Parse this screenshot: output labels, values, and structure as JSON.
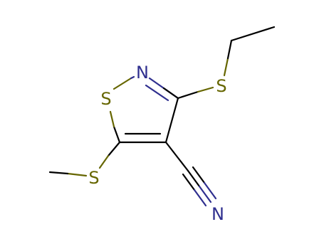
{
  "molecule": {
    "atoms": {
      "s_ring": "S",
      "n_ring": "N",
      "s_ethyl": "S",
      "s_methyl": "S",
      "n_nitrile": "N"
    }
  },
  "colors": {
    "bond": "#000000",
    "sulfur": "#666600",
    "nitrogen": "#2f2f8f"
  }
}
